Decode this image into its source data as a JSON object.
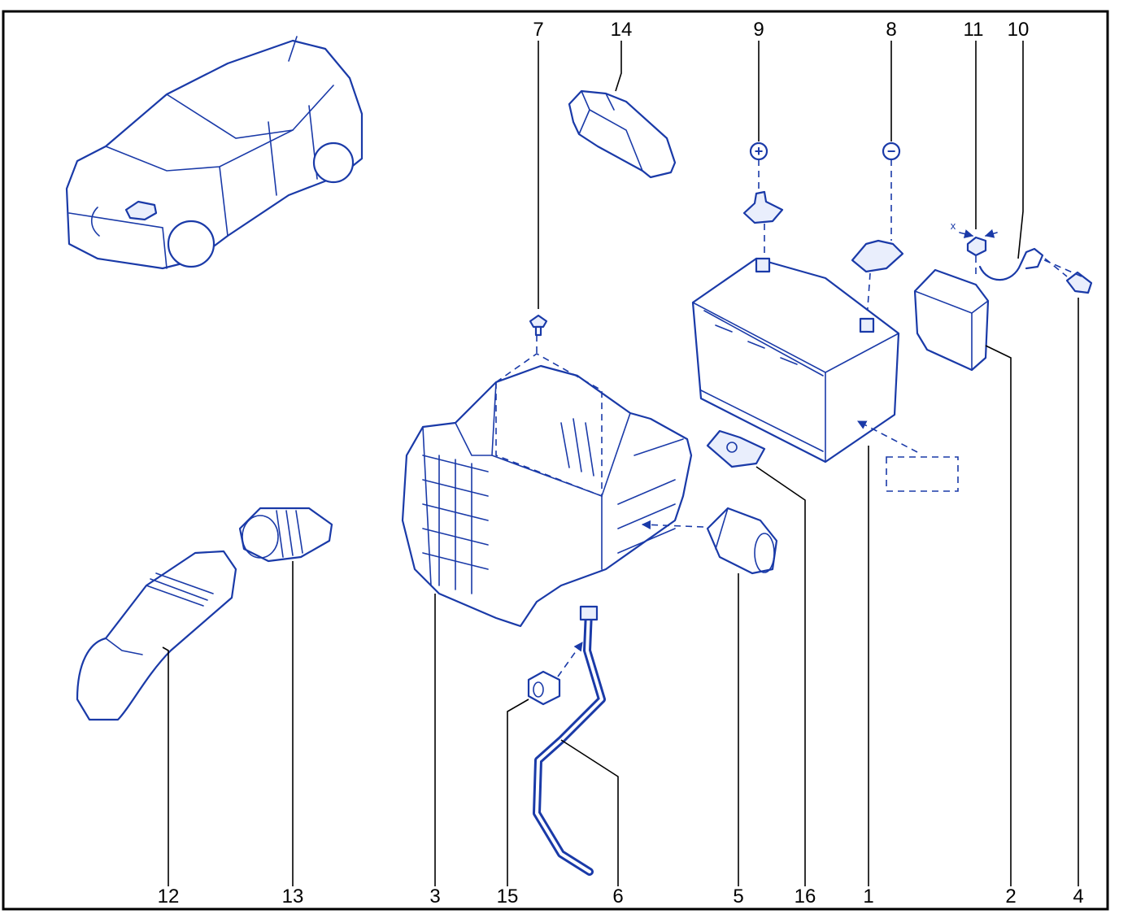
{
  "colors": {
    "line": "#1a3aa8",
    "frame": "#000000",
    "background": "#ffffff"
  },
  "top_labels": [
    "7",
    "14",
    "9",
    "8",
    "11",
    "10"
  ],
  "bottom_labels": [
    "12",
    "13",
    "3",
    "15",
    "6",
    "5",
    "16",
    "1",
    "2",
    "4"
  ],
  "symbols": {
    "positive": "+",
    "negative": "−",
    "dimension": "x"
  }
}
